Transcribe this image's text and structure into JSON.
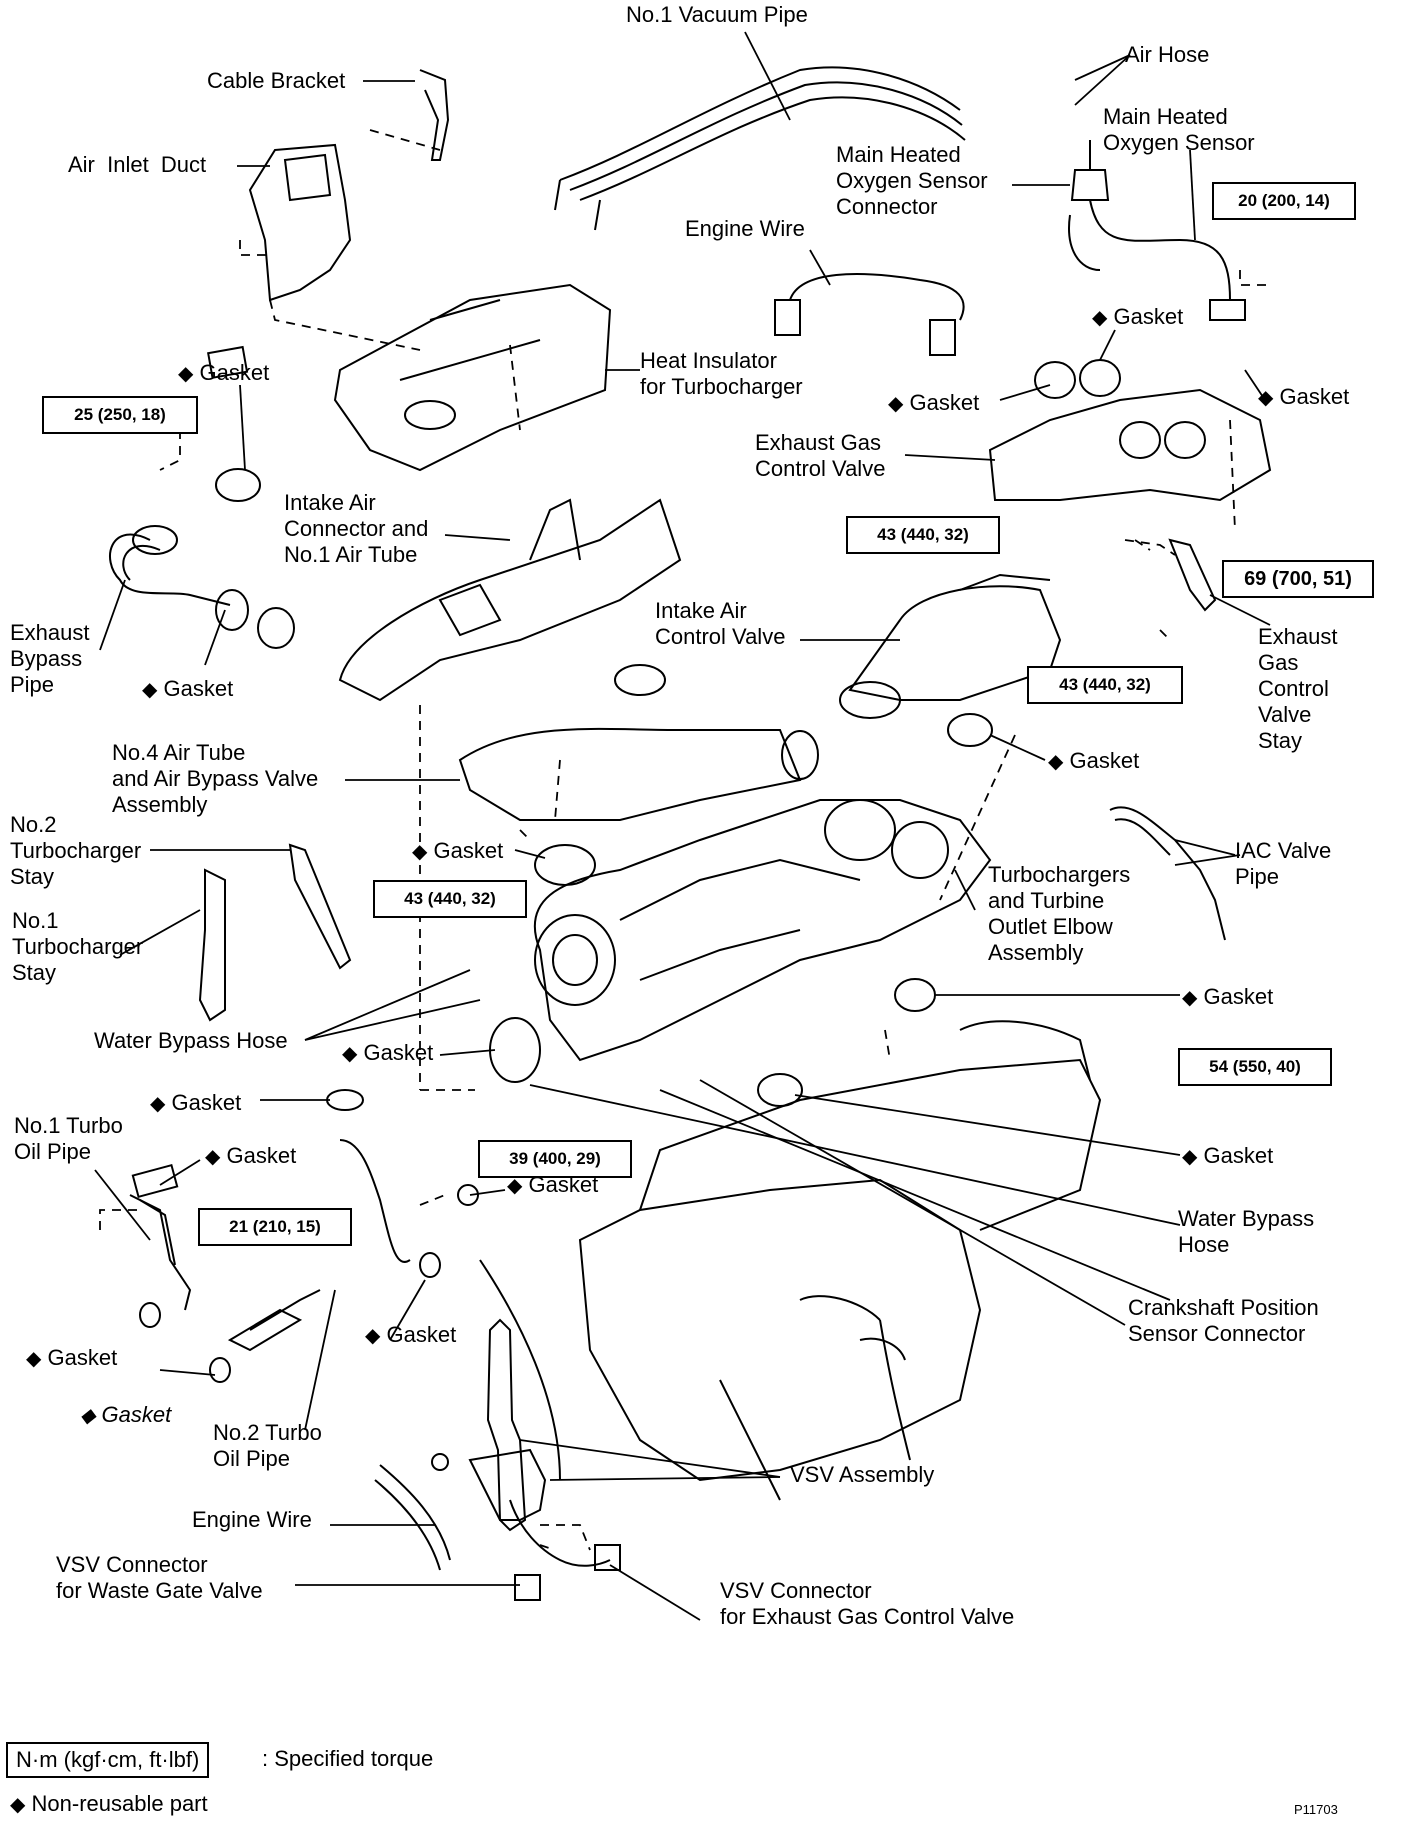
{
  "labels": {
    "no1_vacuum_pipe": "No.1 Vacuum Pipe",
    "air_hose": "Air Hose",
    "cable_bracket": "Cable Bracket",
    "main_heated_oxygen_sensor": "Main Heated\nOxygen Sensor",
    "air_inlet_duct": "Air  Inlet  Duct",
    "main_heated_oxygen_sensor_connector": "Main Heated\nOxygen Sensor\nConnector",
    "engine_wire_top": "Engine Wire",
    "heat_insulator": "Heat Insulator\nfor Turbocharger",
    "exhaust_gas_control_valve": "Exhaust Gas\nControl Valve",
    "intake_air_connector": "Intake Air\nConnector and\nNo.1 Air Tube",
    "exhaust_bypass_pipe": "Exhaust\nBypass\nPipe",
    "intake_air_control_valve": "Intake Air\nControl Valve",
    "exhaust_gas_control_valve_stay": "Exhaust\nGas\nControl\nValve\nStay",
    "no4_air_tube": "No.4 Air Tube\nand Air Bypass Valve\nAssembly",
    "no2_turbocharger_stay": "No.2\nTurbocharger\nStay",
    "iac_valve_pipe": "IAC Valve\nPipe",
    "no1_turbocharger_stay": "No.1\nTurbocharger\nStay",
    "turbochargers_elbow": "Turbochargers\nand Turbine\nOutlet Elbow\nAssembly",
    "water_bypass_hose_left": "Water Bypass Hose",
    "no1_turbo_oil_pipe": "No.1 Turbo\nOil Pipe",
    "water_bypass_hose_right": "Water Bypass\nHose",
    "crankshaft_position_sensor_connector": "Crankshaft Position\nSensor Connector",
    "no2_turbo_oil_pipe": "No.2 Turbo\nOil Pipe",
    "vsv_assembly": "VSV Assembly",
    "engine_wire_bottom": "Engine Wire",
    "vsv_connector_waste_gate": "VSV Connector\nfor Waste Gate Valve",
    "vsv_connector_egcv": "VSV Connector\nfor Exhaust Gas Control Valve"
  },
  "gasket_label": "Gasket",
  "diamond": "◆",
  "torques": {
    "t1": "20 (200, 14)",
    "t2": "25 (250, 18)",
    "t3": "43  (440, 32)",
    "t4": "69 (700, 51)",
    "t5": "43  (440, 32)",
    "t6": "43 (440, 32)",
    "t7": "54 (550, 40)",
    "t8": "39 (400, 29)",
    "t9": "21 (210, 15)"
  },
  "legend": {
    "torque_unit": "N·m (kgf·cm, ft·lbf)",
    "torque_desc": ":  Specified torque",
    "nonreusable": "Non-reusable part"
  },
  "figure_id": "P11703"
}
